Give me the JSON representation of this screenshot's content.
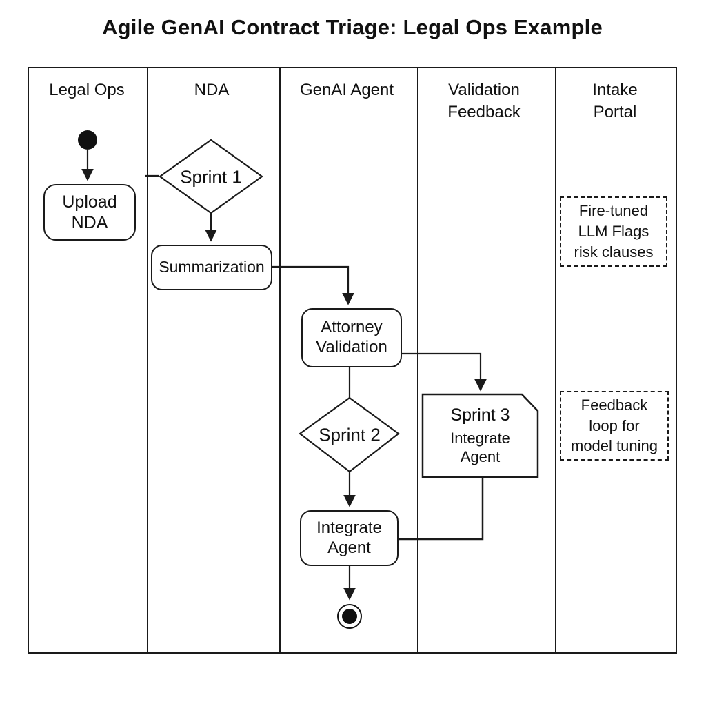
{
  "title": "Agile GenAI Contract Triage: Legal Ops Example",
  "lanes": [
    {
      "label": "Legal Ops"
    },
    {
      "label": "NDA"
    },
    {
      "label": "GenAI Agent"
    },
    {
      "label": "Validation\nFeedback"
    },
    {
      "label": "Intake Portal"
    }
  ],
  "nodes": {
    "start": {
      "type": "initial-node"
    },
    "upload_nda": {
      "label": "Upload\nNDA"
    },
    "sprint1": {
      "label": "Sprint 1"
    },
    "summarization": {
      "label": "Summarization"
    },
    "attorney_validation": {
      "label": "Attorney\nValidation"
    },
    "sprint3_note": {
      "heading": "Sprint 3",
      "label": "Integrate\nAgent"
    },
    "sprint2": {
      "label": "Sprint 2"
    },
    "integrate_agent": {
      "label": "Integrate\nAgent"
    },
    "end": {
      "type": "final-node"
    }
  },
  "annotations": [
    {
      "label": "Fire-tuned\nLLM Flags\nrisk clauses"
    },
    {
      "label": "Feedback\nloop for\nmodel tuning"
    }
  ],
  "colors": {
    "line": "#1a1a1a",
    "text": "#111111",
    "background": "#ffffff"
  }
}
